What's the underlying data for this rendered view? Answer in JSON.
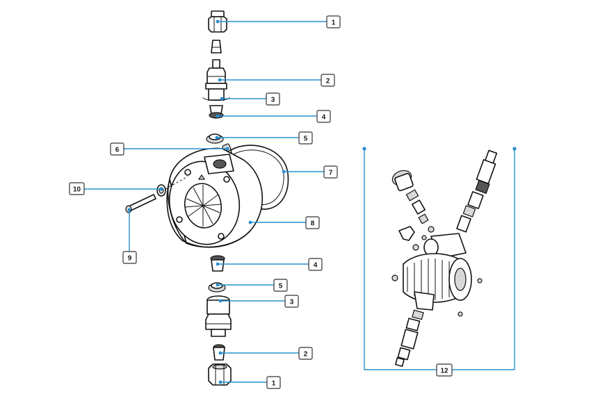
{
  "callouts": {
    "c1_top": "1",
    "c2_top": "2",
    "c3_top": "3",
    "c4_top": "4",
    "c5_top": "5",
    "c6": "6",
    "c7": "7",
    "c8": "8",
    "c9": "9",
    "c10": "10",
    "c4_bottom": "4",
    "c5_bottom": "5",
    "c3_bottom": "3",
    "c2_bottom": "2",
    "c1_bottom": "1",
    "c12": "12"
  },
  "colors": {
    "leader": "#2a8fd0",
    "outline": "#111111",
    "fill": "#ffffff"
  }
}
